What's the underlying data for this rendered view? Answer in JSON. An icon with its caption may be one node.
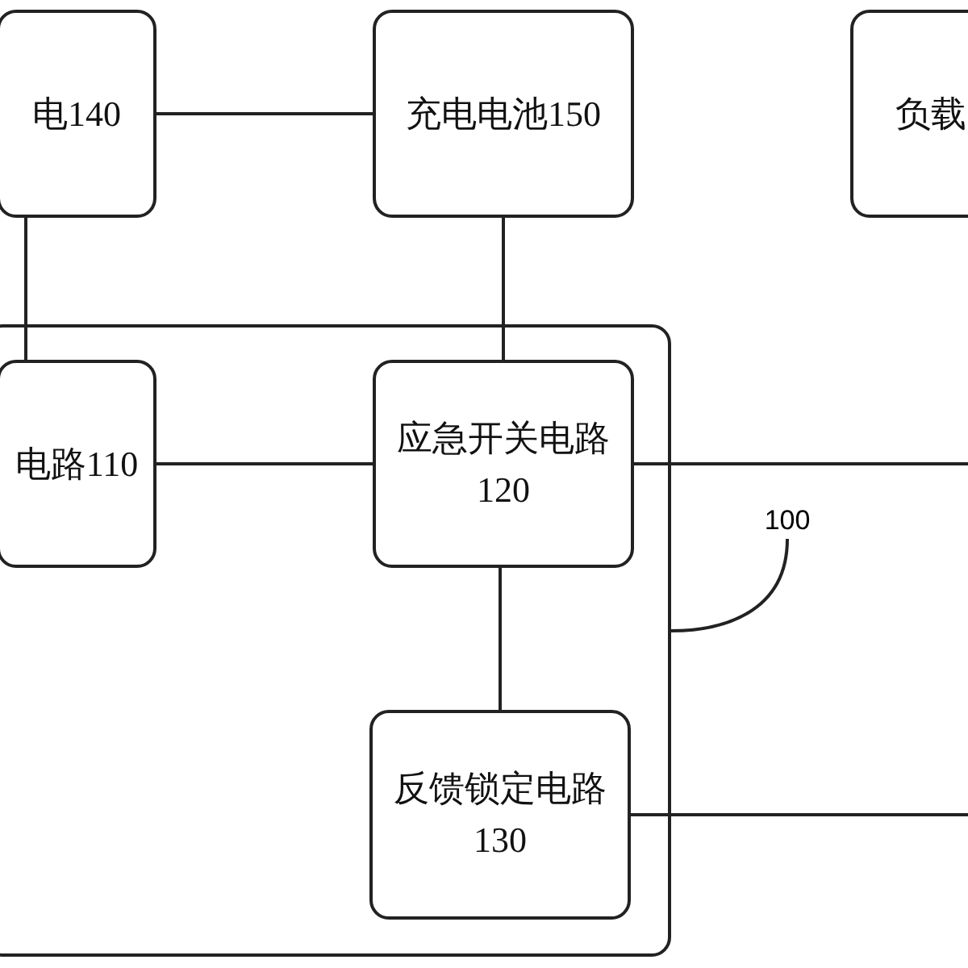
{
  "diagram": {
    "nodes": [
      {
        "text": [
          "电140"
        ]
      },
      {
        "text": [
          "充电电池150"
        ]
      },
      {
        "text": [
          "负载"
        ]
      },
      {
        "text": [],
        "shape": "box"
      },
      {
        "text": [
          "电路110"
        ],
        "in": 3
      },
      {
        "text": [
          "应急开关电路 120"
        ],
        "in": 3
      },
      {
        "text": [
          "反馈锁定电路 130"
        ],
        "in": 3
      },
      {
        "text": [
          "100"
        ]
      }
    ],
    "edges": [
      {
        "from": 0,
        "to": 1,
        "arrow": "none"
      },
      {
        "from": 0,
        "to": 4,
        "arrow": "none"
      },
      {
        "from": 1,
        "to": 5,
        "arrow": "none"
      },
      {
        "from": 4,
        "to": 5,
        "arrow": "none"
      },
      {
        "from": 5,
        "to": null,
        "arrow": "none"
      },
      {
        "from": 5,
        "to": 6,
        "arrow": "none"
      },
      {
        "from": 6,
        "to": null,
        "arrow": "none"
      },
      {
        "from": 7,
        "to": 3,
        "arrow": "none"
      }
    ]
  }
}
